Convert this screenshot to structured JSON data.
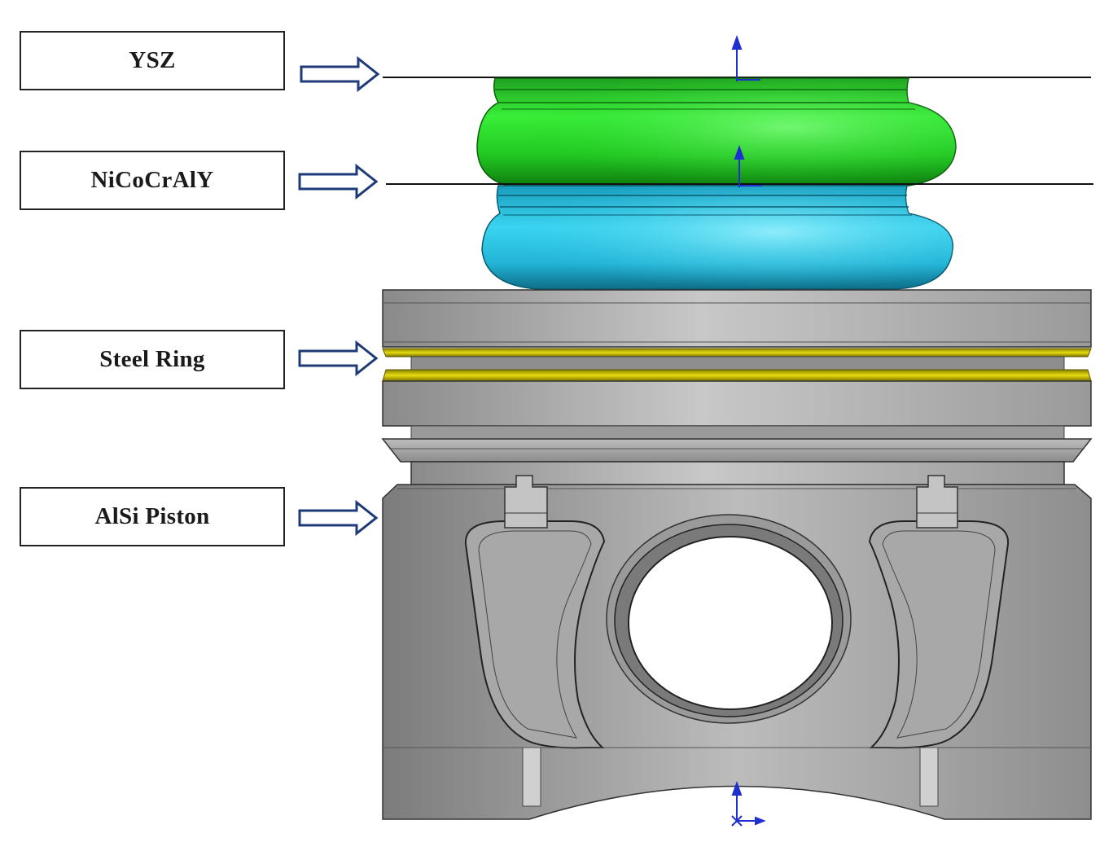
{
  "labels": {
    "ysz": "YSZ",
    "bond_coat": "NiCoCrAlY",
    "steel_ring": "Steel Ring",
    "piston": "AlSi Piston"
  },
  "colors": {
    "ysz": "#22e022",
    "bond_coat": "#28c8e6",
    "steel_ring": "#e6d800",
    "piston": "#b4b4b4",
    "arrow": "#1f3a78",
    "axis": "#1f2fd0"
  }
}
